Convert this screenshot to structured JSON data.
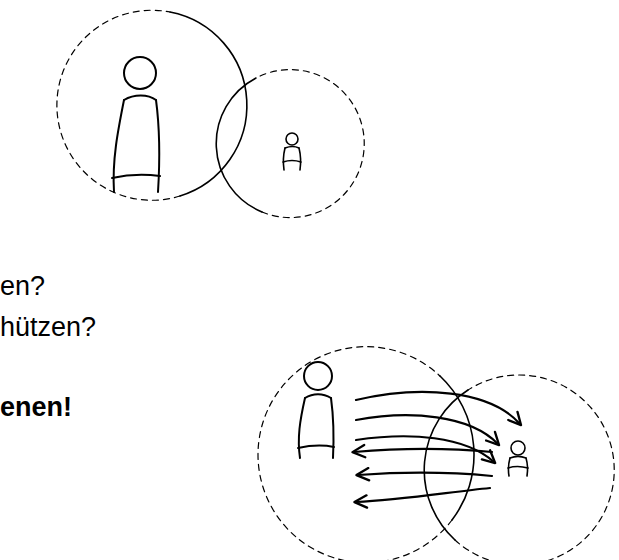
{
  "diagram": {
    "labels": [
      "en?",
      "hützen?",
      "enen!"
    ]
  }
}
